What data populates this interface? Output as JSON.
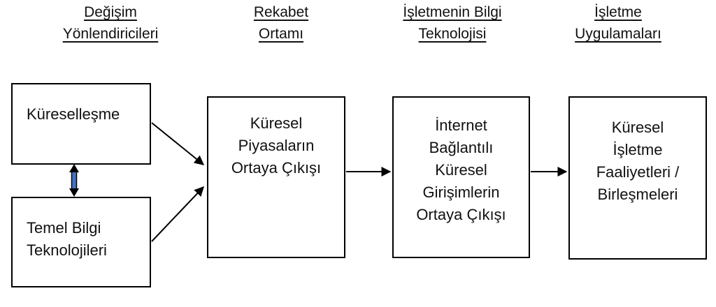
{
  "diagram_title": "",
  "colors": {
    "line": "#000000",
    "box_border": "#000000",
    "box_fill": "#ffffff",
    "double_arrow_fill": "#4472c4",
    "background": "#ffffff",
    "text": "#111111"
  },
  "headers": [
    {
      "text": "Değişim\nYönlendiricileri"
    },
    {
      "text": "Rekabet\nOrtamı"
    },
    {
      "text": "İşletmenin Bilgi\nTeknolojisi"
    },
    {
      "text": "İşletme\nUygulamaları"
    }
  ],
  "boxes": [
    {
      "id": "kuresellesme",
      "label": "Küreselleşme"
    },
    {
      "id": "temel-bilgi-teknolojileri",
      "label": "Temel Bilgi\nTeknolojileri"
    },
    {
      "id": "kuresel-piyasalarin-ortaya-cikisi",
      "label": "Küresel\nPiyasaların\nOrtaya Çıkışı"
    },
    {
      "id": "internet-baglantili-kuresel-girisimlerin-ortaya-cikisi",
      "label": "İnternet\nBağlantılı\nKüresel\nGirişimlerin\nOrtaya Çıkışı"
    },
    {
      "id": "kuresel-isletme-faaliyetleri-birlesmeleri",
      "label": "Küresel\nİşletme\nFaaliyetleri /\nBirleşmeleri"
    }
  ],
  "connectors": [
    {
      "type": "double-arrow-vertical",
      "from": "kuresellesme",
      "to": "temel-bilgi-teknolojileri",
      "fill": "#4472c4"
    },
    {
      "type": "arrow",
      "from": "kuresellesme",
      "to": "kuresel-piyasalarin-ortaya-cikisi"
    },
    {
      "type": "arrow",
      "from": "temel-bilgi-teknolojileri",
      "to": "kuresel-piyasalarin-ortaya-cikisi"
    },
    {
      "type": "arrow",
      "from": "kuresel-piyasalarin-ortaya-cikisi",
      "to": "internet-baglantili-kuresel-girisimlerin-ortaya-cikisi"
    },
    {
      "type": "arrow",
      "from": "internet-baglantili-kuresel-girisimlerin-ortaya-cikisi",
      "to": "kuresel-isletme-faaliyetleri-birlesmeleri"
    }
  ]
}
